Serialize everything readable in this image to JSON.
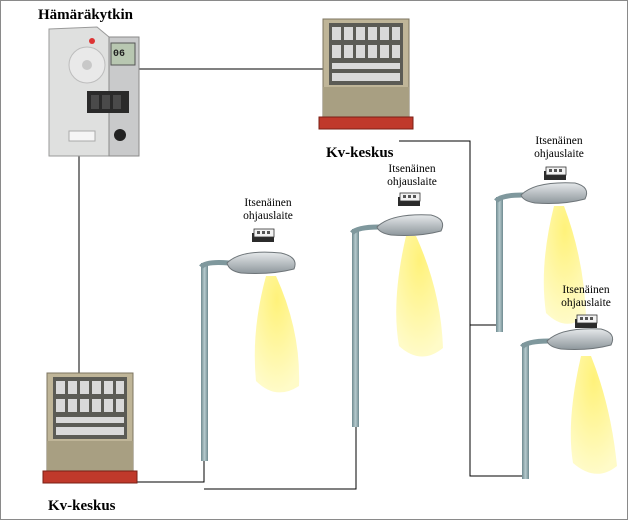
{
  "labels": {
    "light_switch": "Hämäräkytkin",
    "cabinet_top": "Kv-keskus",
    "cabinet_bottom": "Kv-keskus",
    "controller_1": "Itsenäinen ohjauslaite",
    "controller_2": "Itsenäinen ohjauslaite",
    "controller_3": "Itsenäinen ohjauslaite",
    "controller_4": "Itsenäinen ohjauslaite"
  },
  "meter_display": "06",
  "colors": {
    "wire": "#000000",
    "switch_wire": "#808080",
    "pole": "#8fa8ad",
    "light_beam": "#fff79a",
    "cabinet_body": "#b5ab8f",
    "cabinet_base": "#c0392b"
  },
  "icons": {
    "light_switch": "twilight-switch-meter-icon",
    "cabinet": "distribution-cabinet-icon",
    "controller": "control-module-icon",
    "street_light": "street-lamp-icon"
  }
}
